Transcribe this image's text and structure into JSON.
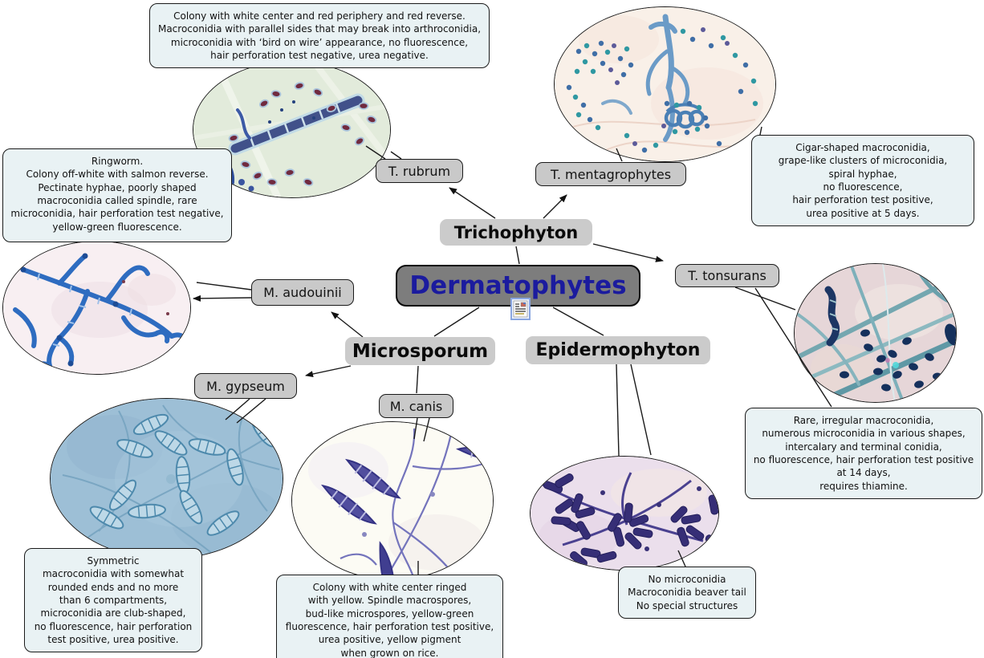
{
  "center": {
    "label": "Dermatophytes",
    "text_color": "#1b1b9e",
    "bg_color": "#7d7d7d"
  },
  "genera": {
    "trichophyton": "Trichophyton",
    "microsporum": "Microsporum",
    "epidermophyton": "Epidermophyton"
  },
  "species": {
    "t_rubrum": "T. rubrum",
    "t_mentagrophytes": "T. mentagrophytes",
    "t_tonsurans": "T. tonsurans",
    "m_audouinii": "M. audouinii",
    "m_gypseum": "M. gypseum",
    "m_canis": "M. canis"
  },
  "notes": {
    "t_rubrum": "Colony with white center and red periphery and red reverse.\nMacroconidia with parallel sides that may break into arthroconidia,\nmicroconidia with ‘bird on wire’ appearance, no fluorescence,\nhair perforation test negative, urea negative.",
    "m_audouinii": "Ringworm.\nColony off-white with salmon reverse.\nPectinate hyphae, poorly shaped\nmacroconidia called spindle, rare\nmicroconidia, hair perforation test negative,\nyellow-green fluorescence.",
    "t_mentagrophytes": "Cigar-shaped macroconidia,\ngrape-like clusters of microconidia,\nspiral hyphae,\nno fluorescence,\nhair perforation test positive,\nurea positive at 5 days.",
    "t_tonsurans": "Rare, irregular macroconidia,\nnumerous microconidia in various shapes,\nintercalary and terminal conidia,\nno fluorescence, hair perforation test positive\nat 14 days,\nrequires thiamine.",
    "m_gypseum": "Symmetric\nmacroconidia with somewhat\nrounded ends and no more\nthan 6 compartments,\nmicroconidia are club-shaped,\nno fluorescence, hair perforation\ntest positive, urea positive.",
    "m_canis": "Colony with white center ringed\nwith yellow. Spindle macrospores,\nbud-like microspores, yellow-green\nfluorescence, hair perforation test positive,\nurea positive, yellow pigment\nwhen grown on rice.",
    "epidermophyton": "No microconidia\nMacroconidia beaver tail\nNo special structures"
  },
  "icons": {
    "resource": "note-resource-icon"
  }
}
